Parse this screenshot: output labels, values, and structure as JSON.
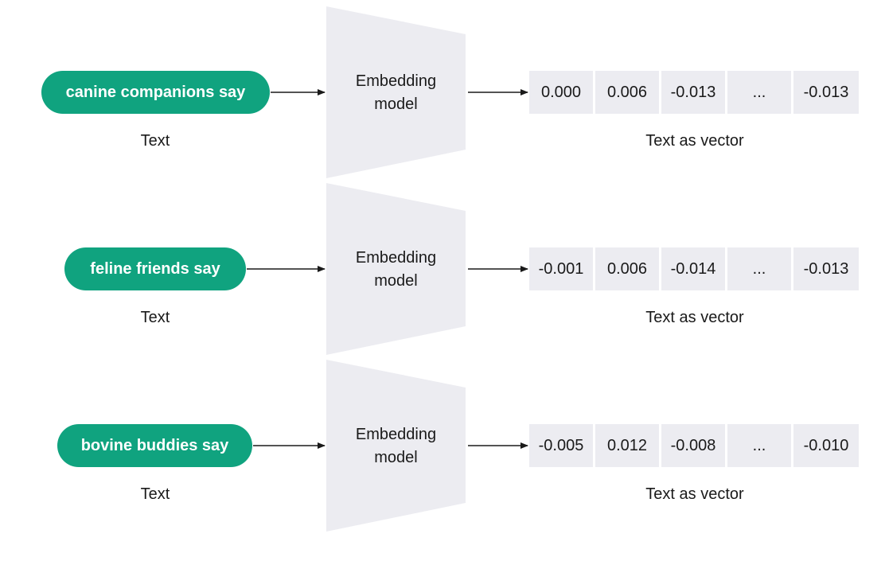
{
  "rows": [
    {
      "input_text": "canine companions say",
      "input_caption": "Text",
      "model_label_line1": "Embedding",
      "model_label_line2": "model",
      "vector": [
        "0.000",
        "0.006",
        "-0.013",
        "...",
        "-0.013"
      ],
      "vector_caption": "Text as vector"
    },
    {
      "input_text": "feline friends say",
      "input_caption": "Text",
      "model_label_line1": "Embedding",
      "model_label_line2": "model",
      "vector": [
        "-0.001",
        "0.006",
        "-0.014",
        "...",
        "-0.013"
      ],
      "vector_caption": "Text as vector"
    },
    {
      "input_text": "bovine buddies say",
      "input_caption": "Text",
      "model_label_line1": "Embedding",
      "model_label_line2": "model",
      "vector": [
        "-0.005",
        "0.012",
        "-0.008",
        "...",
        "-0.010"
      ],
      "vector_caption": "Text as vector"
    }
  ],
  "colors": {
    "pill_fill": "#10a37f",
    "model_fill": "#ececf1",
    "cell_fill": "#ececf1",
    "arrow": "#1a1a1a",
    "text": "#1a1a1a"
  }
}
